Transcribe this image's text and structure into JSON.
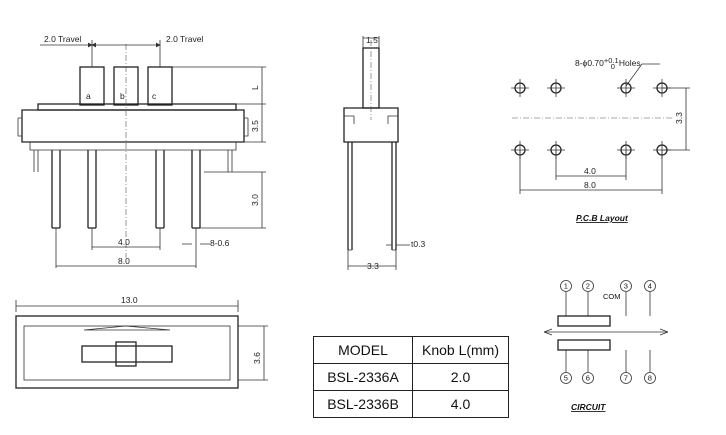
{
  "side_view": {
    "travel_left": "2.0 Travel",
    "travel_right": "2.0 Travel",
    "positions": [
      "a",
      "b",
      "c"
    ],
    "dim_L": "L",
    "dim_body_height": "3.5",
    "dim_pin_length": "3.0",
    "dim_pitch": "4.0",
    "dim_pin_width": "8-0.6",
    "dim_span": "8.0"
  },
  "end_view": {
    "dim_knob_width": "1.5",
    "dim_thickness": "t0.3",
    "dim_depth": "3.3"
  },
  "pcb_layout": {
    "holes_label": "8-ϕ0.70",
    "holes_tol_upper": "+0.1",
    "holes_tol_lower": "0",
    "holes_suffix": "Holes",
    "dim_row_spacing": "3.3",
    "dim_pitch": "4.0",
    "dim_span": "8.0",
    "caption": "P.C.B Layout"
  },
  "top_view": {
    "dim_length": "13.0",
    "dim_width": "3.6"
  },
  "spec_table": {
    "header": [
      "MODEL",
      "Knob L(mm)"
    ],
    "rows": [
      [
        "BSL-2336A",
        "2.0"
      ],
      [
        "BSL-2336B",
        "4.0"
      ]
    ]
  },
  "circuit": {
    "pins_top": [
      "1",
      "2",
      "3",
      "4"
    ],
    "pins_bottom": [
      "5",
      "6",
      "7",
      "8"
    ],
    "com_label": "COM",
    "caption": "CIRCUIT"
  }
}
